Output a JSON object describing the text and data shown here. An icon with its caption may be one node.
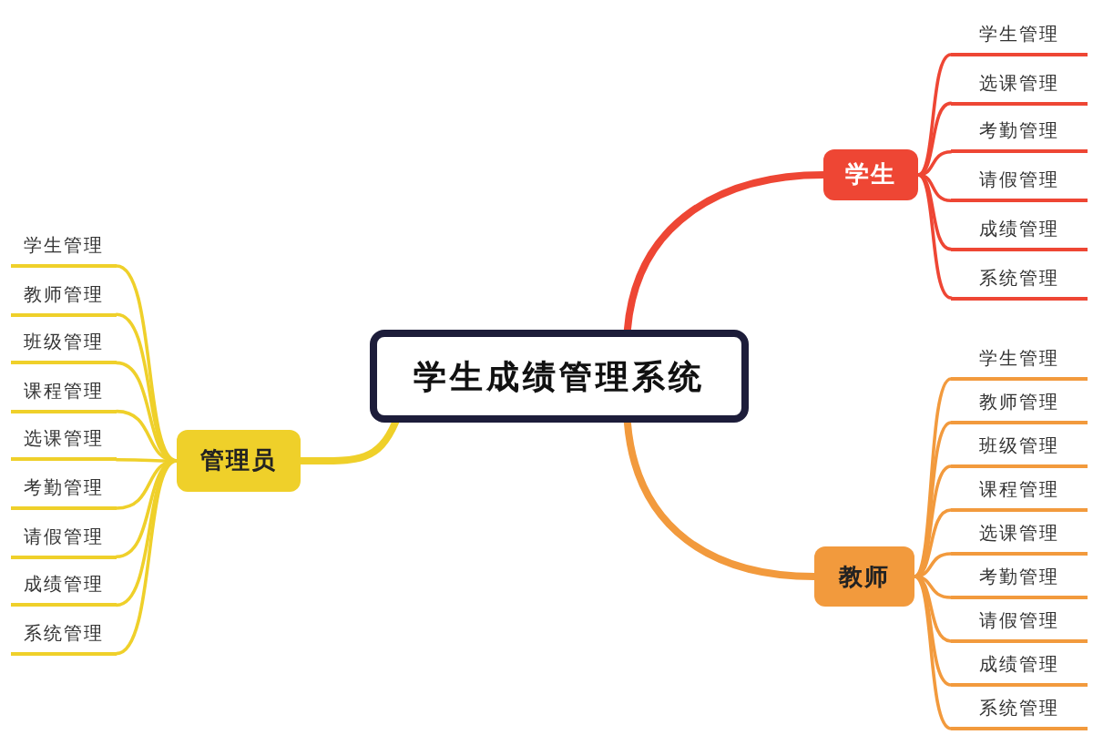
{
  "diagram": {
    "nodes": [
      {
        "text": [
          "学生成绩管理系统"
        ]
      },
      {
        "text": [
          "学生"
        ]
      },
      {
        "text": [
          "学生管理"
        ]
      },
      {
        "text": [
          "选课管理"
        ]
      },
      {
        "text": [
          "考勤管理"
        ]
      },
      {
        "text": [
          "请假管理"
        ]
      },
      {
        "text": [
          "成绩管理"
        ]
      },
      {
        "text": [
          "系统管理"
        ]
      },
      {
        "text": [
          "教师"
        ]
      },
      {
        "text": [
          "学生管理"
        ]
      },
      {
        "text": [
          "教师管理"
        ]
      },
      {
        "text": [
          "班级管理"
        ]
      },
      {
        "text": [
          "课程管理"
        ]
      },
      {
        "text": [
          "选课管理"
        ]
      },
      {
        "text": [
          "考勤管理"
        ]
      },
      {
        "text": [
          "请假管理"
        ]
      },
      {
        "text": [
          "成绩管理"
        ]
      },
      {
        "text": [
          "系统管理"
        ]
      },
      {
        "text": [
          "管理员"
        ]
      },
      {
        "text": [
          "学生管理"
        ]
      },
      {
        "text": [
          "教师管理"
        ]
      },
      {
        "text": [
          "班级管理"
        ]
      },
      {
        "text": [
          "课程管理"
        ]
      },
      {
        "text": [
          "选课管理"
        ]
      },
      {
        "text": [
          "考勤管理"
        ]
      },
      {
        "text": [
          "请假管理"
        ]
      },
      {
        "text": [
          "成绩管理"
        ]
      },
      {
        "text": [
          "系统管理"
        ]
      }
    ],
    "edges": [
      {
        "from": 0,
        "to": 1,
        "arrow": "none",
        "style": "thick",
        "color": "#ee4634"
      },
      {
        "from": 1,
        "to": 2,
        "arrow": "none",
        "color": "#ee4634"
      },
      {
        "from": 1,
        "to": 3,
        "arrow": "none",
        "color": "#ee4634"
      },
      {
        "from": 1,
        "to": 4,
        "arrow": "none",
        "color": "#ee4634"
      },
      {
        "from": 1,
        "to": 5,
        "arrow": "none",
        "color": "#ee4634"
      },
      {
        "from": 1,
        "to": 6,
        "arrow": "none",
        "color": "#ee4634"
      },
      {
        "from": 1,
        "to": 7,
        "arrow": "none",
        "color": "#ee4634"
      },
      {
        "from": 0,
        "to": 8,
        "arrow": "none",
        "style": "thick",
        "color": "#f29a3d"
      },
      {
        "from": 8,
        "to": 9,
        "arrow": "none",
        "color": "#f29a3d"
      },
      {
        "from": 8,
        "to": 10,
        "arrow": "none",
        "color": "#f29a3d"
      },
      {
        "from": 8,
        "to": 11,
        "arrow": "none",
        "color": "#f29a3d"
      },
      {
        "from": 8,
        "to": 12,
        "arrow": "none",
        "color": "#f29a3d"
      },
      {
        "from": 8,
        "to": 13,
        "arrow": "none",
        "color": "#f29a3d"
      },
      {
        "from": 8,
        "to": 14,
        "arrow": "none",
        "color": "#f29a3d"
      },
      {
        "from": 8,
        "to": 15,
        "arrow": "none",
        "color": "#f29a3d"
      },
      {
        "from": 8,
        "to": 16,
        "arrow": "none",
        "color": "#f29a3d"
      },
      {
        "from": 8,
        "to": 17,
        "arrow": "none",
        "color": "#f29a3d"
      },
      {
        "from": 0,
        "to": 18,
        "arrow": "none",
        "style": "thick",
        "color": "#efd02a"
      },
      {
        "from": 18,
        "to": 19,
        "arrow": "none",
        "color": "#efd02a"
      },
      {
        "from": 18,
        "to": 20,
        "arrow": "none",
        "color": "#efd02a"
      },
      {
        "from": 18,
        "to": 21,
        "arrow": "none",
        "color": "#efd02a"
      },
      {
        "from": 18,
        "to": 22,
        "arrow": "none",
        "color": "#efd02a"
      },
      {
        "from": 18,
        "to": 23,
        "arrow": "none",
        "color": "#efd02a"
      },
      {
        "from": 18,
        "to": 24,
        "arrow": "none",
        "color": "#efd02a"
      },
      {
        "from": 18,
        "to": 25,
        "arrow": "none",
        "color": "#efd02a"
      },
      {
        "from": 18,
        "to": 26,
        "arrow": "none",
        "color": "#efd02a"
      },
      {
        "from": 18,
        "to": 27,
        "arrow": "none",
        "color": "#efd02a"
      }
    ]
  }
}
